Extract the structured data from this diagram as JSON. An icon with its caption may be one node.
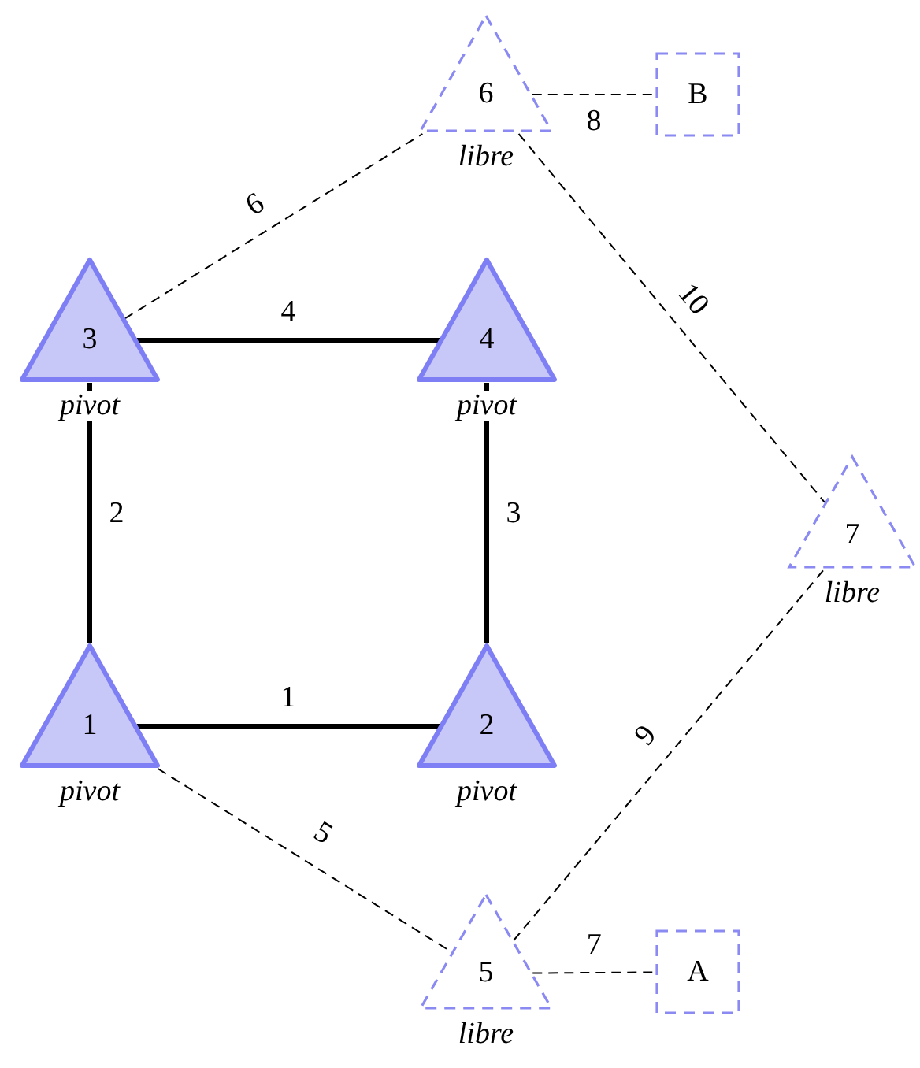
{
  "diagram": {
    "nodes": [
      {
        "text": [
          "6"
        ],
        "beside": [
          "libre"
        ]
      },
      {
        "text": [
          "B"
        ]
      },
      {
        "text": [
          "3"
        ],
        "beside": [
          "pivot"
        ]
      },
      {
        "text": [
          "4"
        ],
        "beside": [
          "pivot"
        ]
      },
      {
        "text": [
          "7"
        ],
        "beside": [
          "libre"
        ]
      },
      {
        "text": [
          "1"
        ],
        "beside": [
          "pivot"
        ]
      },
      {
        "text": [
          "2"
        ],
        "beside": [
          "pivot"
        ]
      },
      {
        "text": [
          "5"
        ],
        "beside": [
          "libre"
        ]
      },
      {
        "text": [
          "A"
        ]
      }
    ],
    "edges": [
      {
        "from": 5,
        "to": 6,
        "arrow": "none",
        "label": "1",
        "style": "thick"
      },
      {
        "from": 5,
        "to": 2,
        "arrow": "none",
        "label": "2",
        "style": "thick"
      },
      {
        "from": 6,
        "to": 3,
        "arrow": "none",
        "label": "3",
        "style": "thick"
      },
      {
        "from": 2,
        "to": 3,
        "arrow": "none",
        "label": "4",
        "style": "thick"
      },
      {
        "from": 5,
        "to": 7,
        "arrow": "none",
        "label": "5",
        "style": "dashed"
      },
      {
        "from": 2,
        "to": 0,
        "arrow": "none",
        "label": "6",
        "style": "dashed"
      },
      {
        "from": 7,
        "to": 8,
        "arrow": "none",
        "label": "7",
        "style": "dashed"
      },
      {
        "from": 0,
        "to": 1,
        "arrow": "none",
        "label": "8",
        "style": "dashed"
      },
      {
        "from": 7,
        "to": 4,
        "arrow": "none",
        "label": "9",
        "style": "dashed"
      },
      {
        "from": 0,
        "to": 4,
        "arrow": "none",
        "label": "10",
        "style": "dashed"
      }
    ]
  }
}
